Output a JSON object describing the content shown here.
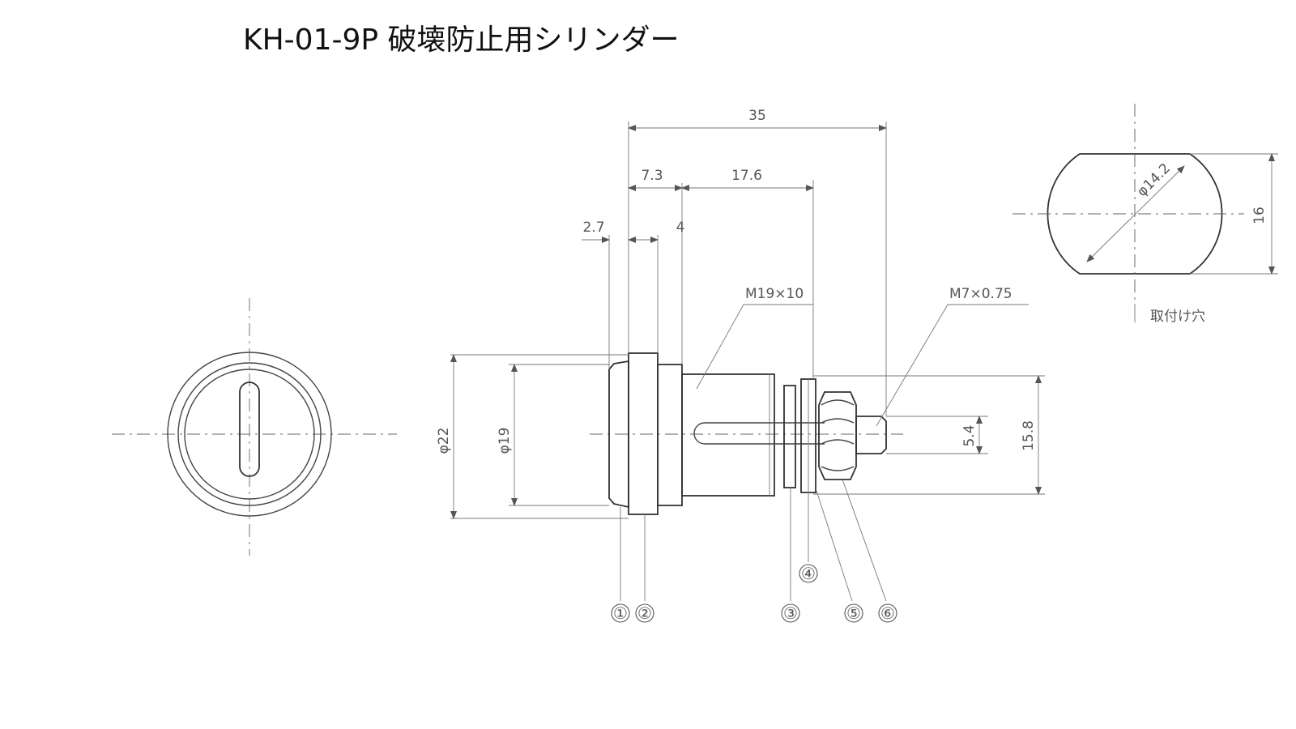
{
  "title": "KH-01-9P 破壊防止用シリンダー",
  "dimensions": {
    "overall_length": "35",
    "d_7_3": "7.3",
    "d_17_6": "17.6",
    "d_2_7": "2.7",
    "d_4": "4",
    "thread_body": "M19×10",
    "thread_tail": "M7×0.75",
    "dia_22": "φ22",
    "dia_19": "φ19",
    "d_5_4": "5.4",
    "d_15_8": "15.8",
    "hole_dia": "φ14.2",
    "hole_width": "16"
  },
  "hole_label": "取付け穴",
  "parts": [
    "①",
    "②",
    "③",
    "④",
    "⑤",
    "⑥"
  ]
}
